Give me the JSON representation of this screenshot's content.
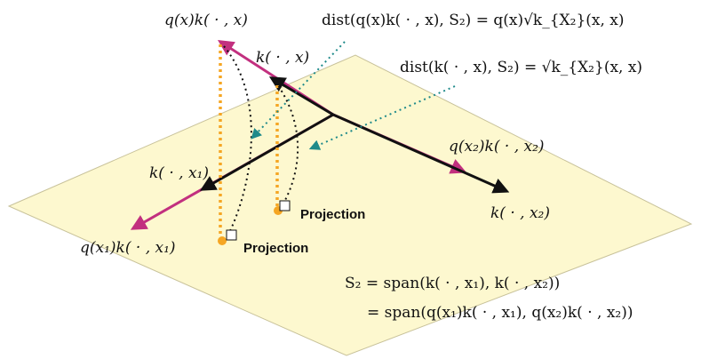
{
  "labels": {
    "qx_kx": "q(x)k( · , x)",
    "kx": "k( · , x)",
    "dist_q": "dist(q(x)k( · , x), S₂) = q(x)√k_{X₂}(x, x)",
    "dist_k": "dist(k( · , x), S₂) = √k_{X₂}(x, x)",
    "q2k2": "q(x₂)k( · , x₂)",
    "k1": "k( · , x₁)",
    "k2": "k( · , x₂)",
    "q1k1": "q(x₁)k( · , x₁)",
    "projection_a": "Projection",
    "projection_b": "Projection",
    "s2_line1": "S₂ = span(k( · , x₁), k( · , x₂))",
    "s2_line2": "= span(q(x₁)k( · , x₁), q(x₂)k( · , x₂))"
  },
  "colors": {
    "plane_fill": "#fdf8cf",
    "plane_stroke": "#c8c29a",
    "vector_black": "#111111",
    "vector_magenta": "#c2307f",
    "projection_orange": "#f5a623",
    "pointer_teal": "#1f8a8a",
    "curve_black": "#111111"
  }
}
